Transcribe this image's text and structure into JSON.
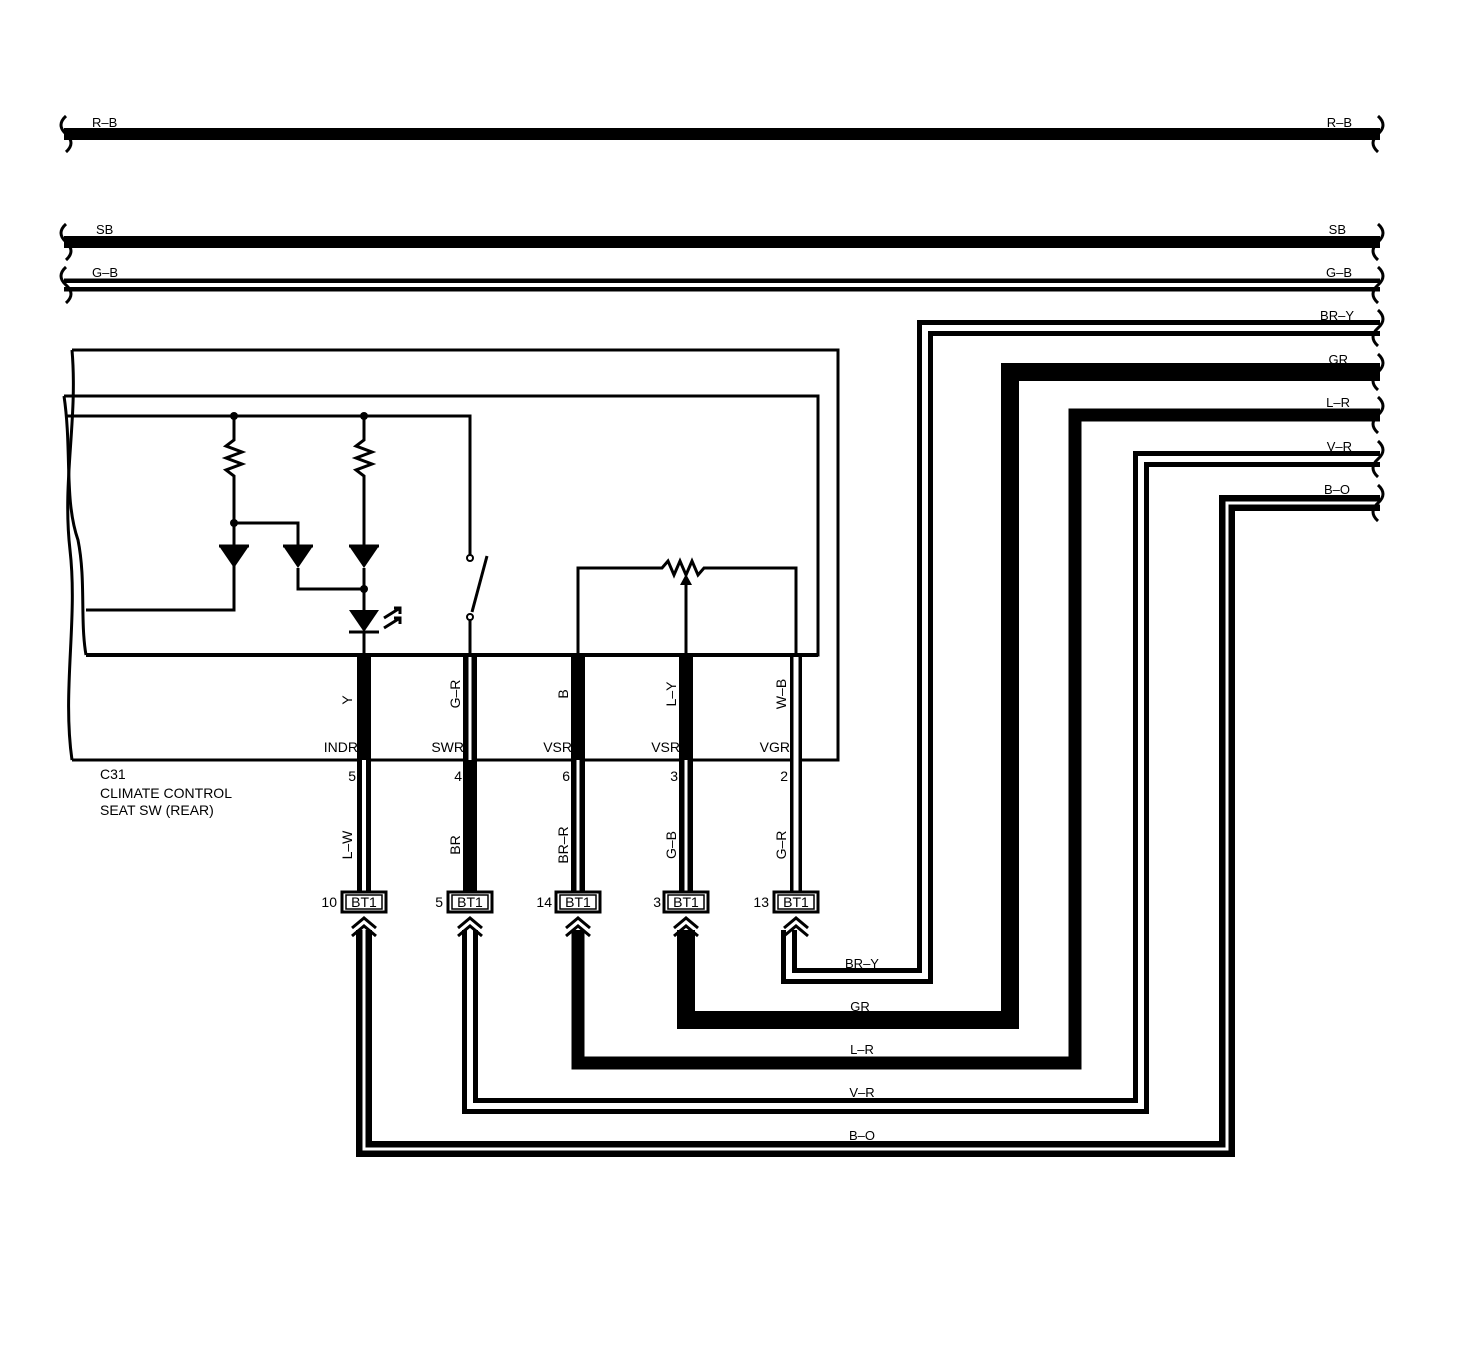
{
  "buses": [
    {
      "label": "R–B"
    },
    {
      "label": "SB"
    },
    {
      "label": "G–B"
    }
  ],
  "harness_wires": [
    {
      "label": "BR–Y"
    },
    {
      "label": "GR"
    },
    {
      "label": "L–R"
    },
    {
      "label": "V–R"
    },
    {
      "label": "B–O"
    }
  ],
  "component": {
    "id": "C31",
    "name_line1": "CLIMATE CONTROL",
    "name_line2": "SEAT SW (REAR)"
  },
  "pins": [
    {
      "terminal": "INDR",
      "pin": "5",
      "inner_color": "Y",
      "outer_color": "L–W",
      "connector": "BT1",
      "conn_pin": "10"
    },
    {
      "terminal": "SWR",
      "pin": "4",
      "inner_color": "G–R",
      "outer_color": "BR",
      "connector": "BT1",
      "conn_pin": "5"
    },
    {
      "terminal": "VSR",
      "pin": "6",
      "inner_color": "B",
      "outer_color": "BR–R",
      "connector": "BT1",
      "conn_pin": "14"
    },
    {
      "terminal": "VSR",
      "pin": "3",
      "inner_color": "L–Y",
      "outer_color": "G–B",
      "connector": "BT1",
      "conn_pin": "3"
    },
    {
      "terminal": "VGR",
      "pin": "2",
      "inner_color": "W–B",
      "outer_color": "G–R",
      "connector": "BT1",
      "conn_pin": "13"
    }
  ]
}
